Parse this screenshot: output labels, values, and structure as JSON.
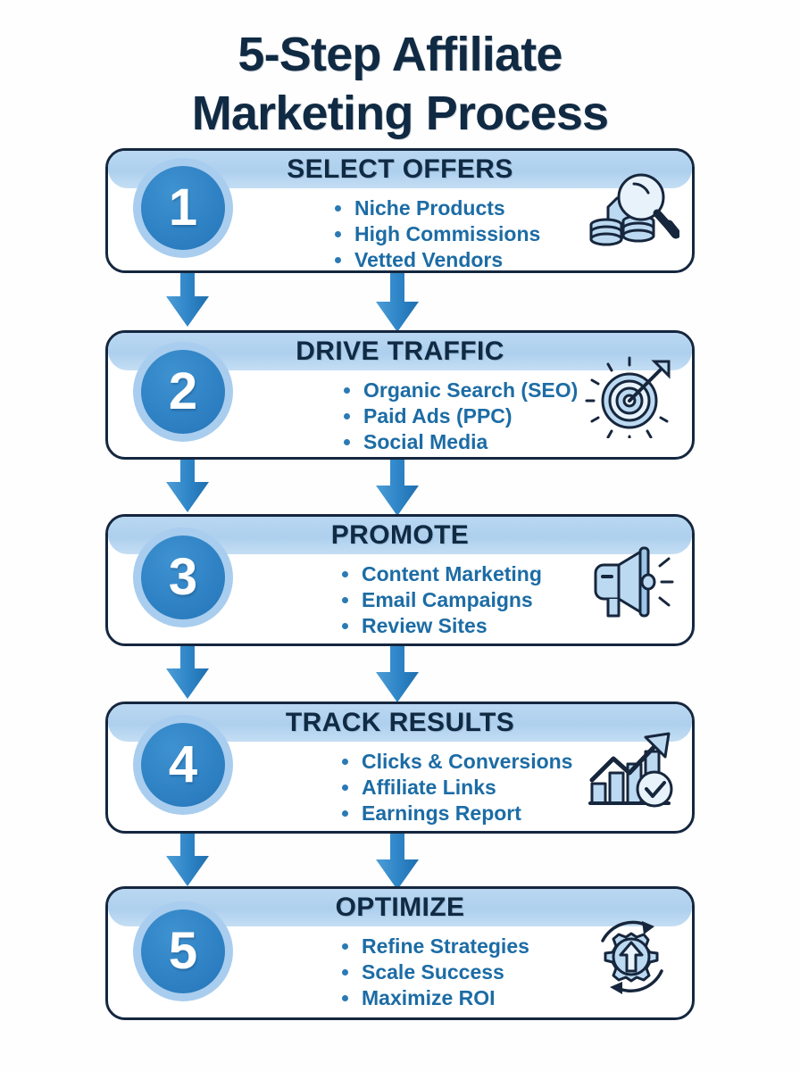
{
  "title": {
    "line1": "5-Step Affiliate",
    "line2": "Marketing Process"
  },
  "colors": {
    "navy": "#102a43",
    "circle_blue": "#2f82c4",
    "halo_blue": "#a9cdee",
    "header_band": "#b4d4ef",
    "bullet_text": "#1c6ca5",
    "arrow_blue": "#3086c8",
    "card_border": "#15273f",
    "icon_fill": "#bcd9f2",
    "icon_stroke": "#16263c",
    "background": "#ffffff"
  },
  "steps": [
    {
      "number": "1",
      "heading": "SELECT OFFERS",
      "icon": "magnifier-coins-icon",
      "bullets": [
        "Niche Products",
        "High Commissions",
        "Vetted Vendors"
      ]
    },
    {
      "number": "2",
      "heading": "DRIVE TRAFFIC",
      "icon": "target-arrow-icon",
      "bullets": [
        "Organic Search (SEO)",
        "Paid Ads (PPC)",
        "Social Media"
      ]
    },
    {
      "number": "3",
      "heading": "PROMOTE",
      "icon": "megaphone-icon",
      "bullets": [
        "Content Marketing",
        "Email Campaigns",
        "Review Sites"
      ]
    },
    {
      "number": "4",
      "heading": "TRACK RESULTS",
      "icon": "bar-chart-growth-icon",
      "bullets": [
        "Clicks & Conversions",
        "Affiliate Links",
        "Earnings Report"
      ]
    },
    {
      "number": "5",
      "heading": "OPTIMIZE",
      "icon": "gear-arrow-refresh-icon",
      "bullets": [
        "Refine Strategies",
        "Scale Success",
        "Maximize ROI"
      ]
    }
  ],
  "connectors": [
    {
      "from": "1",
      "to": "2",
      "count": 2
    },
    {
      "from": "2",
      "to": "3",
      "count": 2
    },
    {
      "from": "3",
      "to": "4",
      "count": 2
    },
    {
      "from": "4",
      "to": "5",
      "count": 2
    }
  ]
}
